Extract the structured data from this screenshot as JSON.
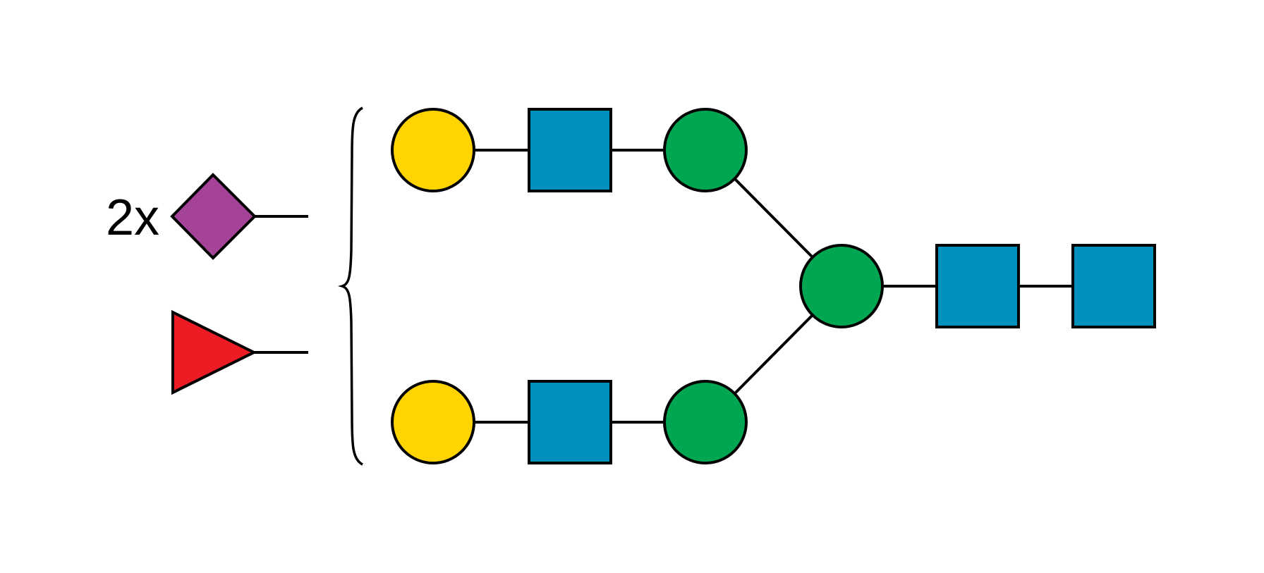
{
  "diagram": {
    "multiplier_label": "2x",
    "colors": {
      "galactose": "#FFD400",
      "glcnac": "#0090BC",
      "mannose": "#00A651",
      "sialic_acid": "#A54399",
      "fucose": "#ED1C24",
      "outline": "#000000"
    },
    "floating_substituents": [
      {
        "residue": "sialic-acid",
        "shape": "diamond-icon",
        "count": 2
      },
      {
        "residue": "fucose",
        "shape": "triangle-icon",
        "count": 1
      }
    ],
    "residues": [
      {
        "name": "upper-galactose",
        "shape": "circle"
      },
      {
        "name": "upper-glcnac",
        "shape": "square"
      },
      {
        "name": "upper-mannose",
        "shape": "circle"
      },
      {
        "name": "lower-galactose",
        "shape": "circle"
      },
      {
        "name": "lower-glcnac",
        "shape": "square"
      },
      {
        "name": "lower-mannose",
        "shape": "circle"
      },
      {
        "name": "core-mannose",
        "shape": "circle"
      },
      {
        "name": "core-glcnac-1",
        "shape": "square"
      },
      {
        "name": "core-glcnac-2",
        "shape": "square"
      }
    ]
  }
}
